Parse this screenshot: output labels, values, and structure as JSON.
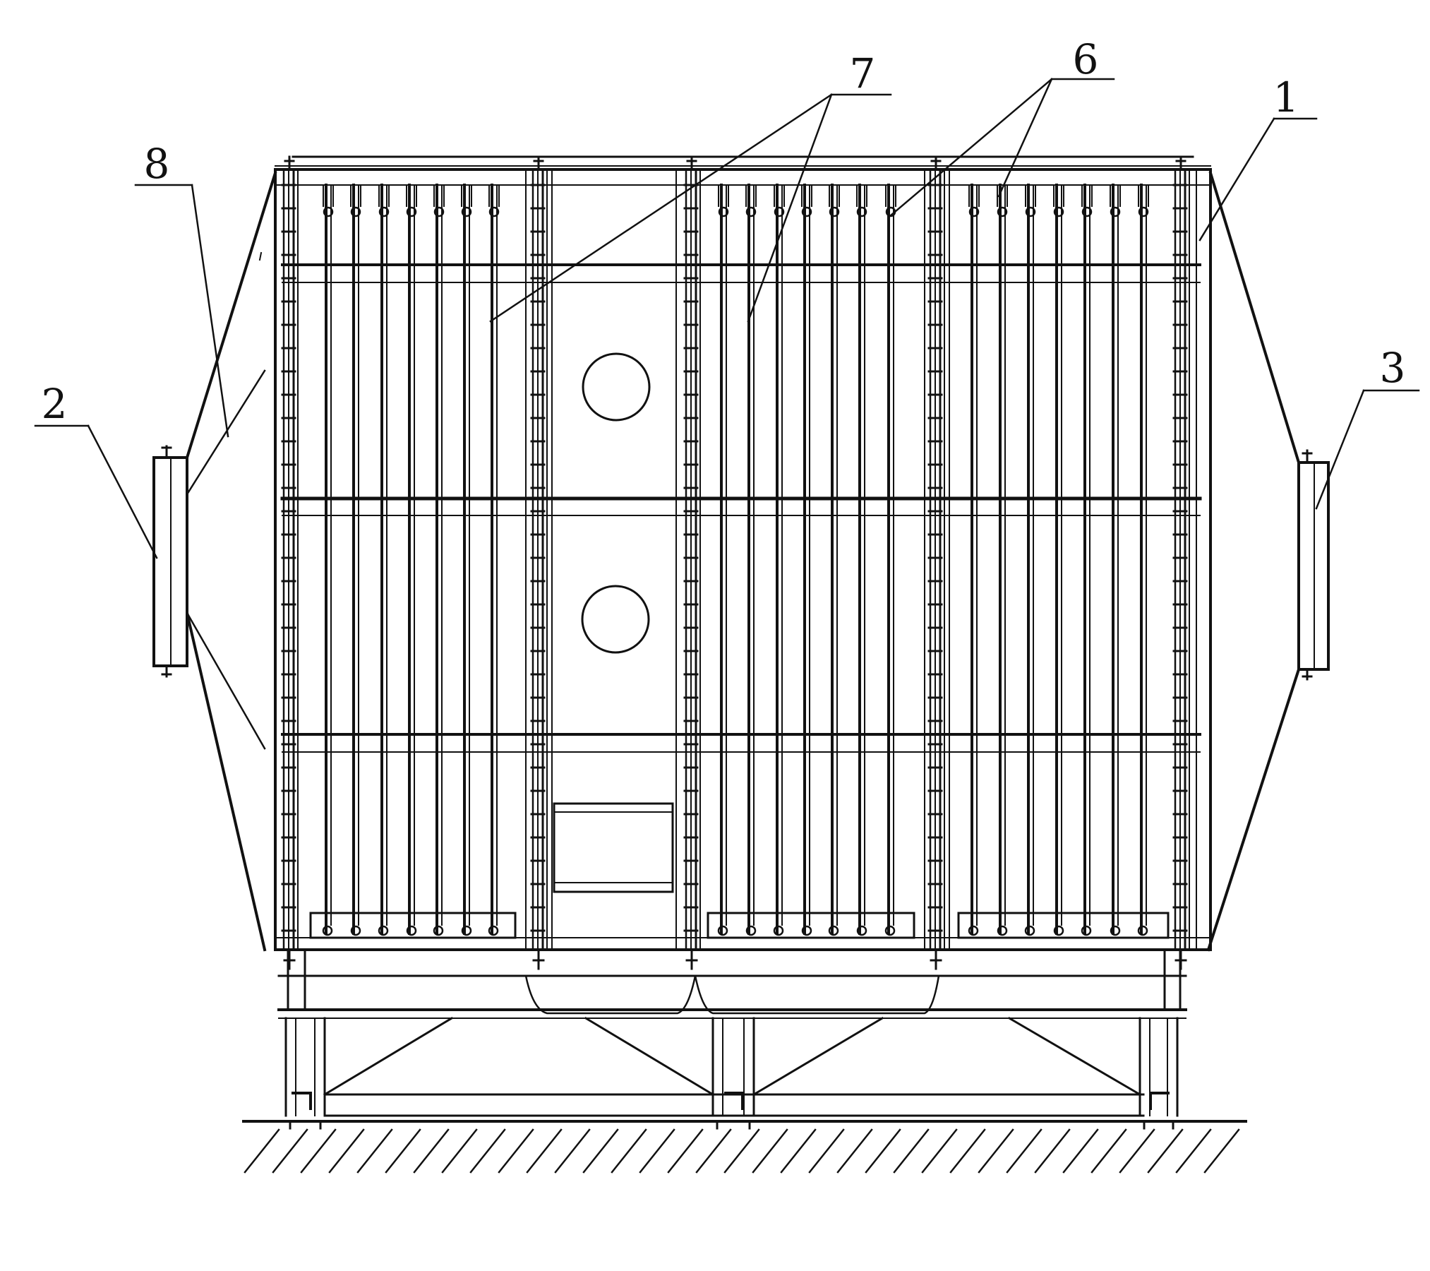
{
  "callouts": {
    "c1": "1",
    "c2": "2",
    "c3": "3",
    "c6": "6",
    "c7": "7",
    "c8": "8"
  },
  "colors": {
    "ink": "#111111",
    "paper": "#ffffff"
  }
}
